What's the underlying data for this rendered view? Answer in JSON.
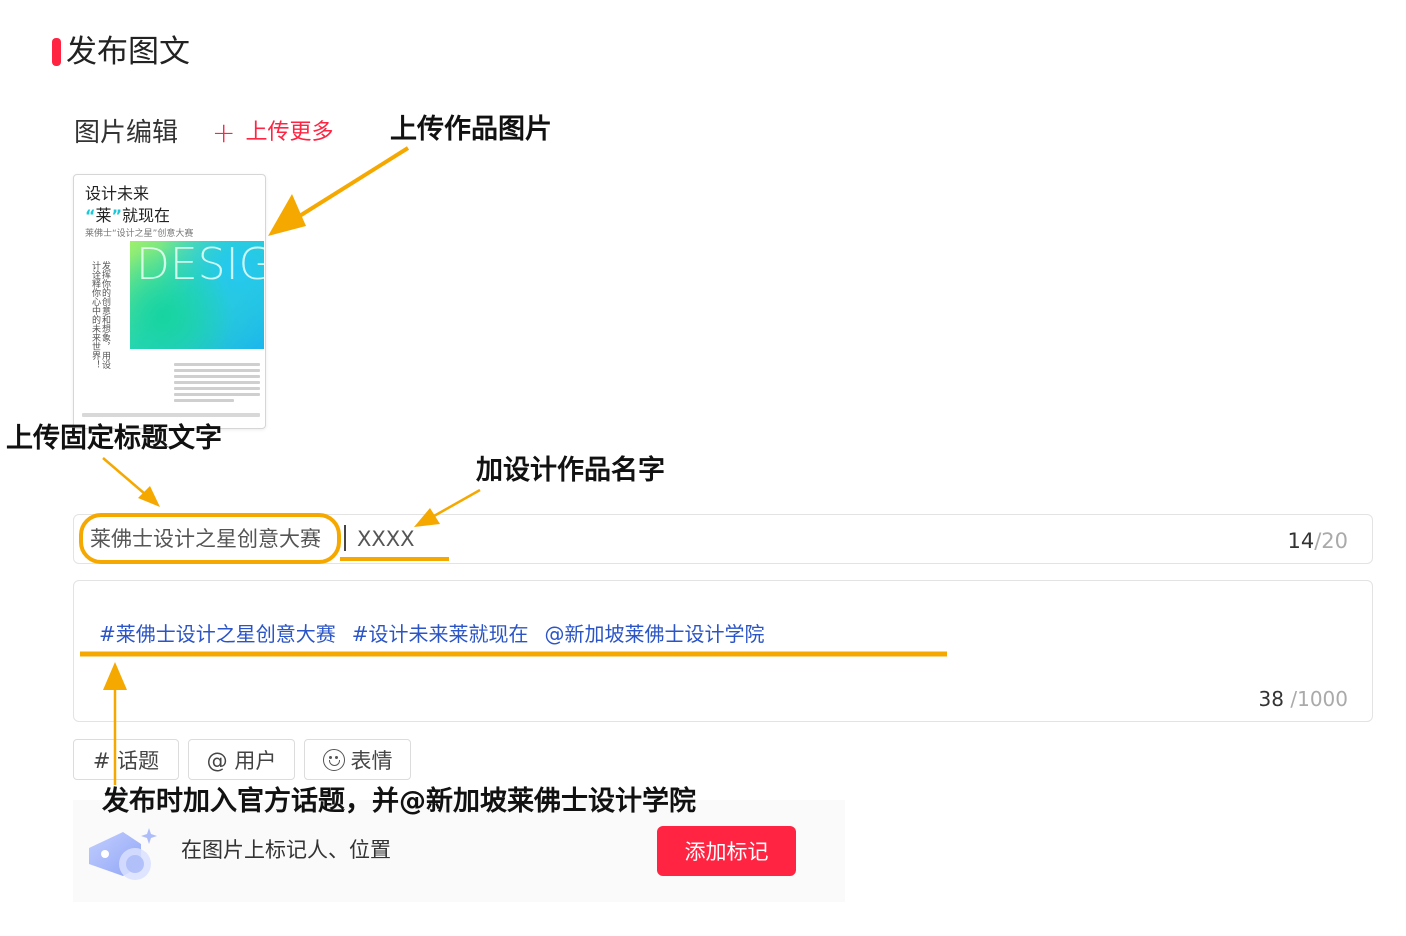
{
  "header": {
    "title": "发布图文"
  },
  "image_section": {
    "title": "图片编辑",
    "upload_more": "上传更多"
  },
  "poster": {
    "line1": "设计未来",
    "line2_quote_open": "“",
    "line2_word": "莱",
    "line2_quote_close": "”",
    "line2_rest": "就现在",
    "subtitle": "莱佛士“设计之星”创意大赛",
    "art_letters": "DESIGN",
    "vertical_text": "发挥你的创意和想象，用设计诠释你心中的未来世界！"
  },
  "title_input": {
    "fixed_text": "莱佛士设计之星创意大赛",
    "value": "XXXX",
    "count": "14",
    "max": "/20"
  },
  "body": {
    "tags": [
      "#莱佛士设计之星创意大赛",
      "#设计未来莱就现在",
      "@新加坡莱佛士设计学院"
    ],
    "count": "38",
    "max": " /1000"
  },
  "chips": {
    "topic": "# 话题",
    "user": "@ 用户",
    "emoji": "表情"
  },
  "mark": {
    "text": "在图片上标记人、位置",
    "button": "添加标记"
  },
  "annotations": {
    "upload_image": "上传作品图片",
    "fixed_title": "上传固定标题文字",
    "work_name": "加设计作品名字",
    "official_topic": "发布时加入官方话题，并@新加坡莱佛士设计学院"
  },
  "colors": {
    "accent": "#ff2442",
    "annotation": "#f5a800",
    "link": "#2b55c7"
  }
}
